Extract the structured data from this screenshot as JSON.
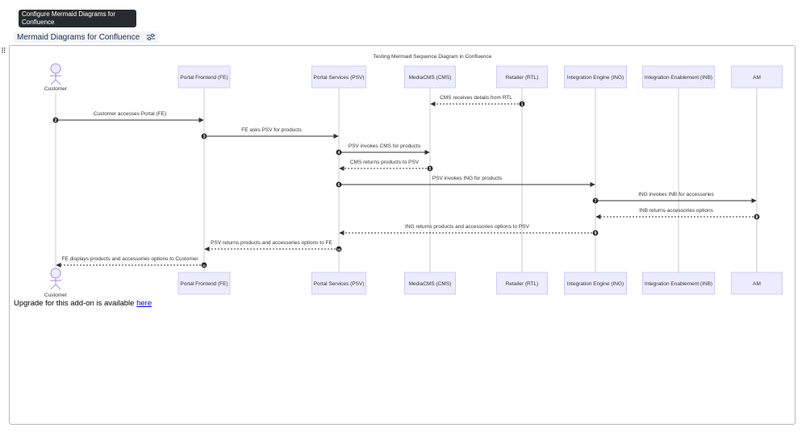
{
  "tooltip": {
    "text": "Configure Mermaid Diagrams for Confluence"
  },
  "macro": {
    "title": "Mermaid Diagrams for Confluence",
    "settings_icon": "sliders-icon"
  },
  "drag_icon": "drag-handle-icon",
  "upgrade": {
    "text": "Upgrade for this add-on is available ",
    "link_text": "here"
  },
  "diagram": {
    "title": "Testing Mermaid Sequence Diagram in Confluence",
    "actors": [
      {
        "id": "Customer",
        "label": "Customer",
        "kind": "person"
      },
      {
        "id": "FE",
        "label": "Portal Frontend (FE)",
        "kind": "box"
      },
      {
        "id": "PSV",
        "label": "Portal Services (PSV)",
        "kind": "box"
      },
      {
        "id": "CMS",
        "label": "MediaCMS (CMS)",
        "kind": "box"
      },
      {
        "id": "RTL",
        "label": "Retailer (RTL)",
        "kind": "box"
      },
      {
        "id": "ING",
        "label": "Integration Engine (ING)",
        "kind": "box"
      },
      {
        "id": "INB",
        "label": "Integration Enablement (INB)",
        "kind": "box"
      },
      {
        "id": "AM",
        "label": "AM",
        "kind": "box"
      }
    ],
    "messages": [
      {
        "n": 1,
        "from": "RTL",
        "to": "CMS",
        "text": "CMS receives details from RTL",
        "dashed": true
      },
      {
        "n": 2,
        "from": "Customer",
        "to": "FE",
        "text": "Customer accesses Portal (FE)",
        "dashed": false
      },
      {
        "n": 3,
        "from": "FE",
        "to": "PSV",
        "text": "FE asks PSV for products",
        "dashed": false
      },
      {
        "n": 4,
        "from": "PSV",
        "to": "CMS",
        "text": "PSV invokes CMS for products",
        "dashed": false
      },
      {
        "n": 5,
        "from": "CMS",
        "to": "PSV",
        "text": "CMS returns products to PSV",
        "dashed": true
      },
      {
        "n": 6,
        "from": "PSV",
        "to": "ING",
        "text": "PSV invokes ING for products",
        "dashed": false
      },
      {
        "n": 7,
        "from": "ING",
        "to": "AM",
        "text": "ING invokes INB for accessories",
        "dashed": false
      },
      {
        "n": 8,
        "from": "AM",
        "to": "ING",
        "text": "INB returns accessories options",
        "dashed": true
      },
      {
        "n": 9,
        "from": "ING",
        "to": "PSV",
        "text": "ING returns products and accessories options to PSV",
        "dashed": true
      },
      {
        "n": 10,
        "from": "PSV",
        "to": "FE",
        "text": "PSV returns products and accessories options to FE",
        "dashed": true
      },
      {
        "n": 11,
        "from": "FE",
        "to": "Customer",
        "text": "FE displays products and accessories options to Customer",
        "dashed": true
      }
    ],
    "colors": {
      "actor_fill": "#ececff",
      "actor_stroke": "#ccccff",
      "line": "#333333",
      "lifeline": "#cccccc"
    }
  }
}
